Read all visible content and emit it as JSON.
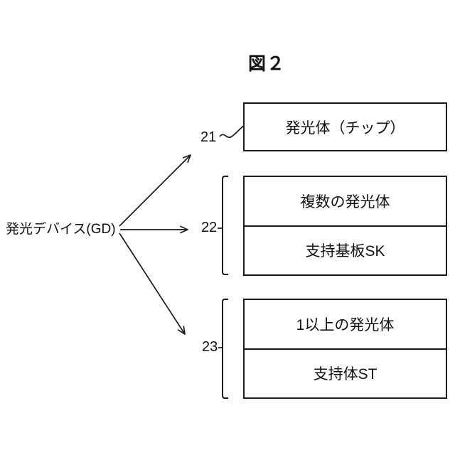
{
  "figure": {
    "title": "図２",
    "root_label": "発光デバイス(GD)",
    "colors": {
      "line": "#1a1a1a",
      "background": "#ffffff",
      "text": "#111111"
    },
    "nodes": [
      {
        "ref": "21",
        "rows": [
          "発光体（チップ）"
        ]
      },
      {
        "ref": "22",
        "rows": [
          "複数の発光体",
          "支持基板SK"
        ]
      },
      {
        "ref": "23",
        "rows": [
          "1以上の発光体",
          "支持体ST"
        ]
      }
    ]
  }
}
